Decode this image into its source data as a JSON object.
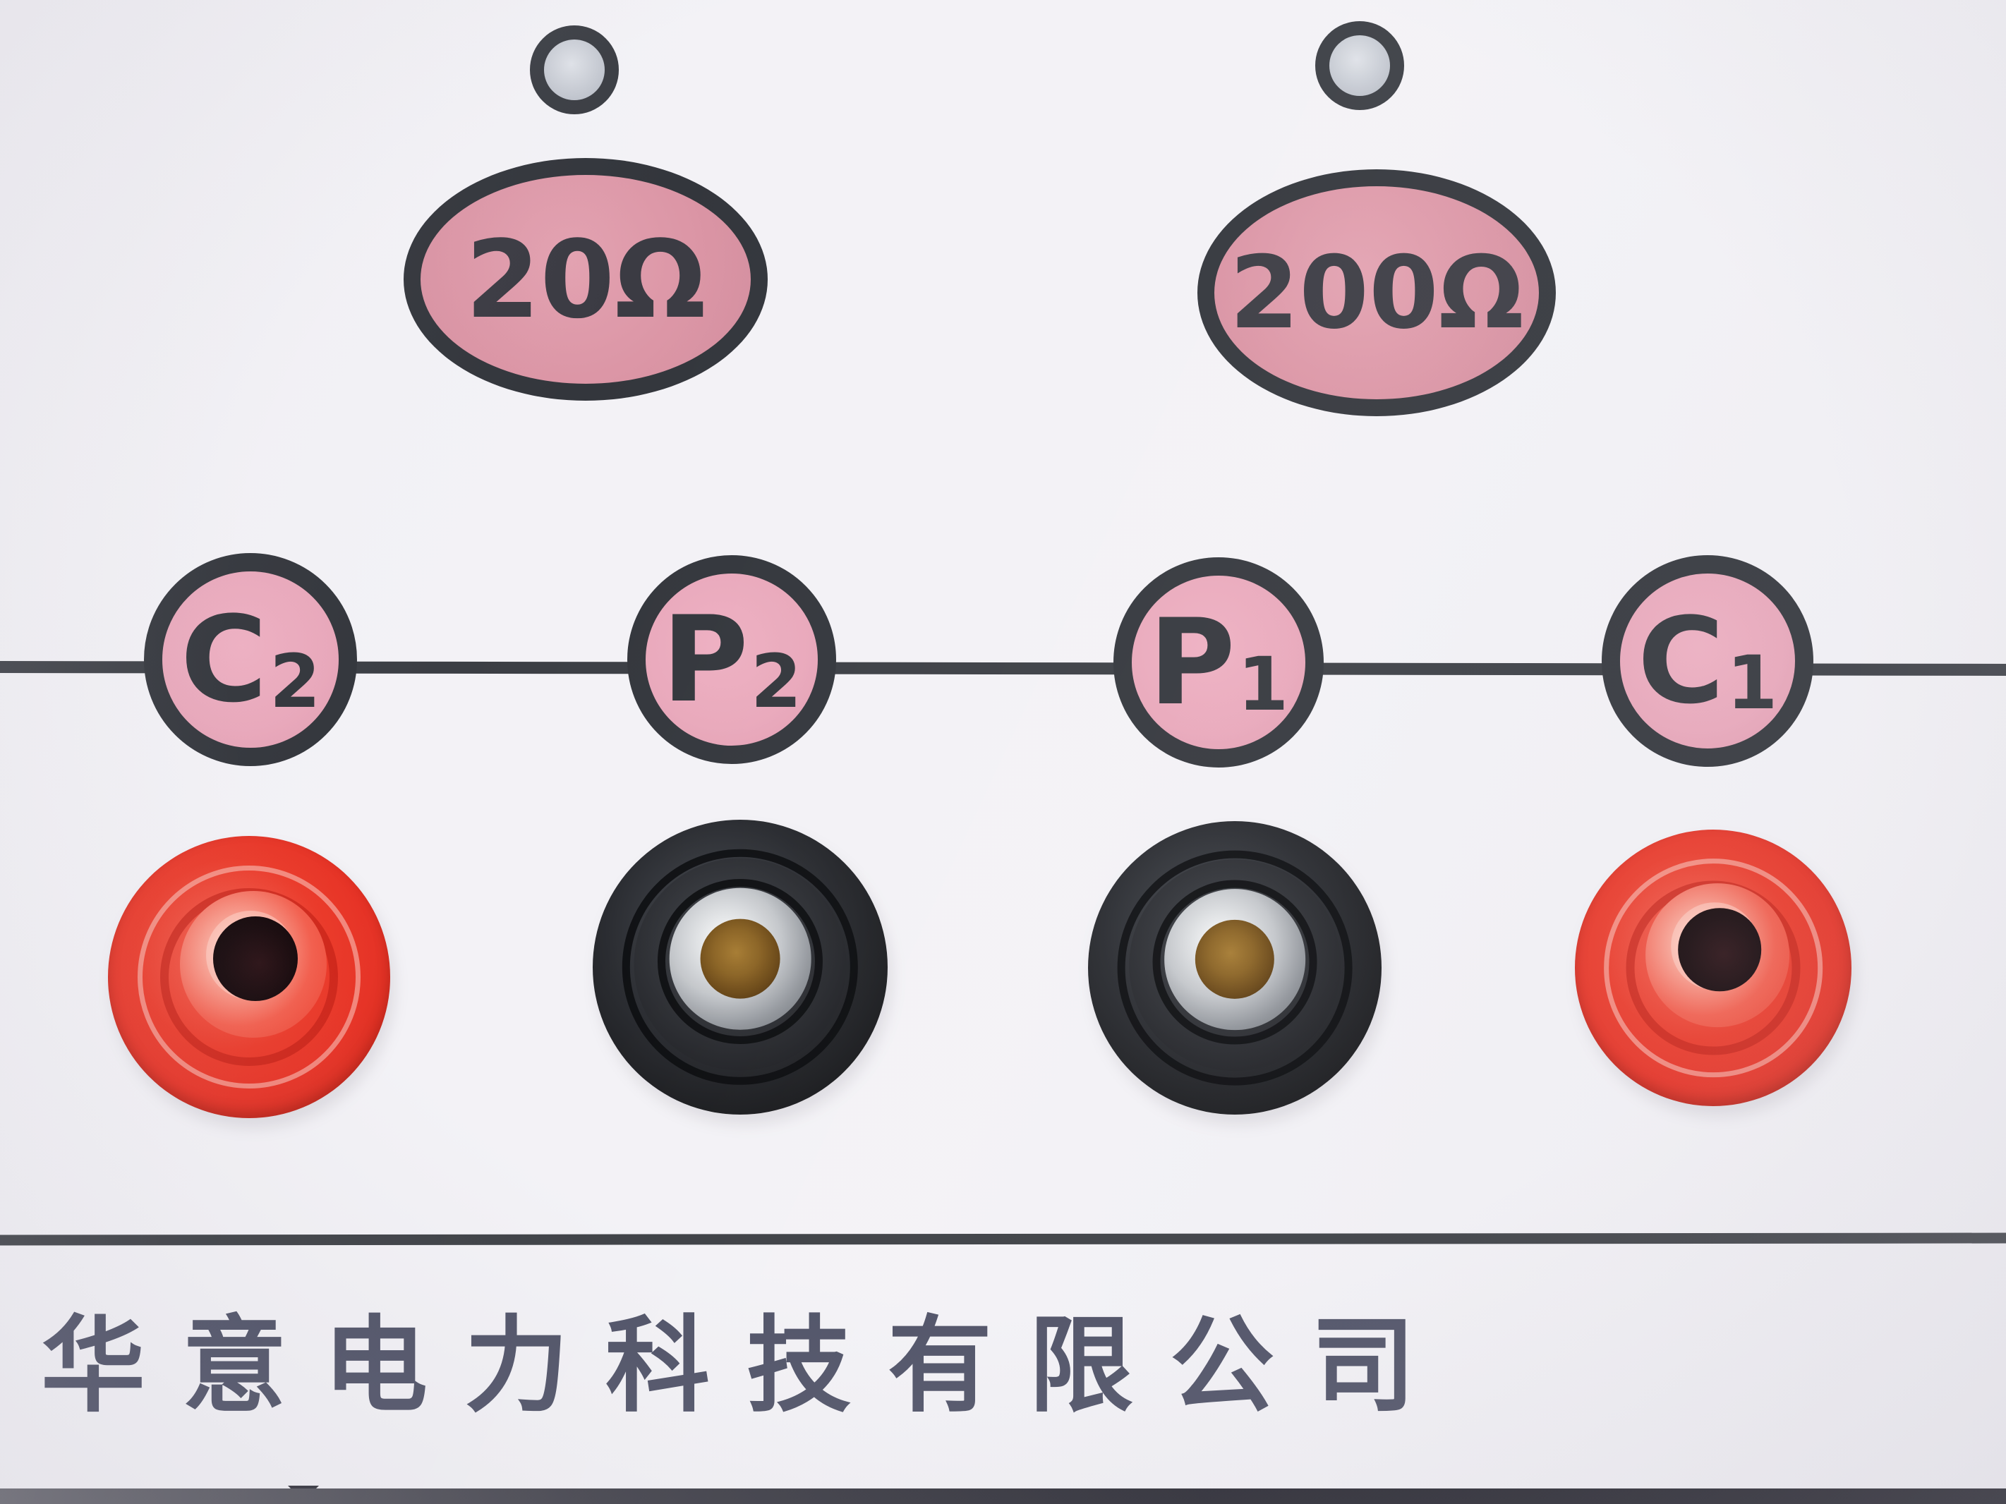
{
  "panel": {
    "leds": [
      {
        "name": "range-20-indicator"
      },
      {
        "name": "range-200-indicator"
      }
    ],
    "ranges": [
      {
        "label": "20Ω"
      },
      {
        "label": "200Ω"
      }
    ],
    "terminals": [
      {
        "main": "C",
        "sub": "2",
        "jack": "red"
      },
      {
        "main": "P",
        "sub": "2",
        "jack": "black"
      },
      {
        "main": "P",
        "sub": "1",
        "jack": "black"
      },
      {
        "main": "C",
        "sub": "1",
        "jack": "red"
      }
    ],
    "company_name": "华意电力科技有限公司"
  },
  "colors": {
    "panel_background": "#f3f2f6",
    "ink": "#34373d",
    "range_oval_pink": "#db95a5",
    "terminal_circle_pink": "#e9a8bb",
    "led_center_gray": "#c7cbd3",
    "red_jack": "#ea3b2b",
    "black_jack": "#1d1f23",
    "brass_hole": "#8a6222",
    "metal_silver": "#c9ccd1",
    "company_text": "#4b4e63",
    "divider_line": "#3a3d42"
  }
}
